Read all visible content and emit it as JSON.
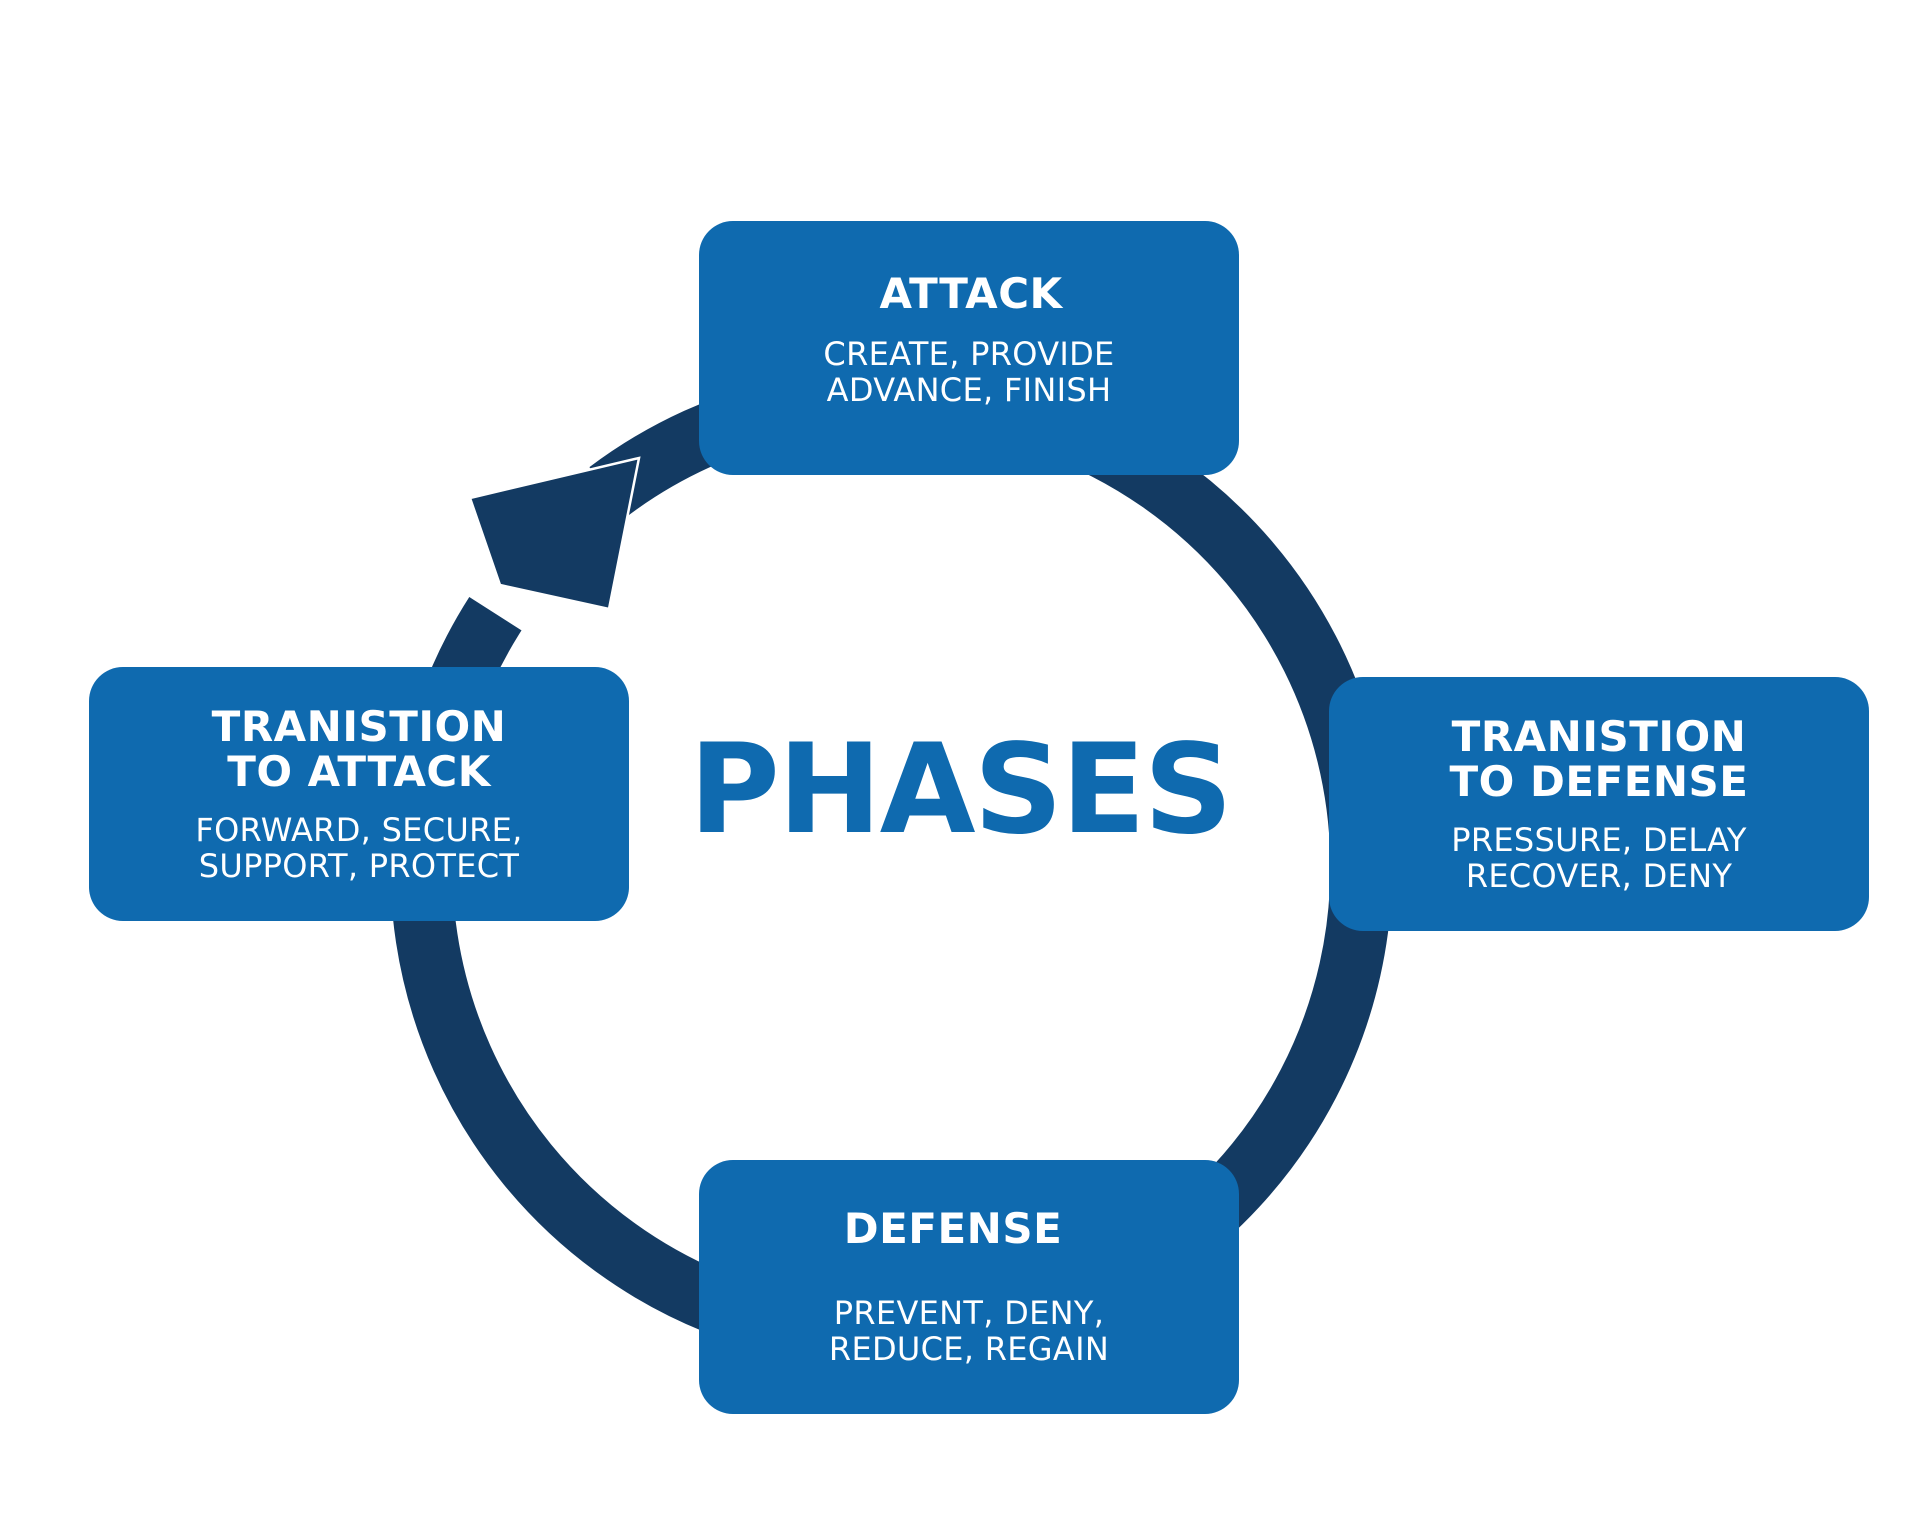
{
  "diagram": {
    "center_label": "PHASES",
    "colors": {
      "ring": "#133a62",
      "card_fill": "#0f6aaf",
      "card_text": "#ffffff",
      "center_text": "#0f6aaf",
      "background": "#ffffff"
    },
    "phases": [
      {
        "title": "ATTACK",
        "body": "CREATE, PROVIDE\nADVANCE, FINISH"
      },
      {
        "title": "TRANISTION\nTO DEFENSE",
        "body": "PRESSURE, DELAY\nRECOVER, DENY"
      },
      {
        "title": "DEFENSE",
        "body": "PREVENT, DENY,\nREDUCE, REGAIN"
      },
      {
        "title": "TRANISTION\nTO ATTACK",
        "body": "FORWARD, SECURE,\nSUPPORT, PROTECT"
      }
    ],
    "cycle_direction": "clockwise",
    "arrow_icon": "arrowhead-icon"
  }
}
